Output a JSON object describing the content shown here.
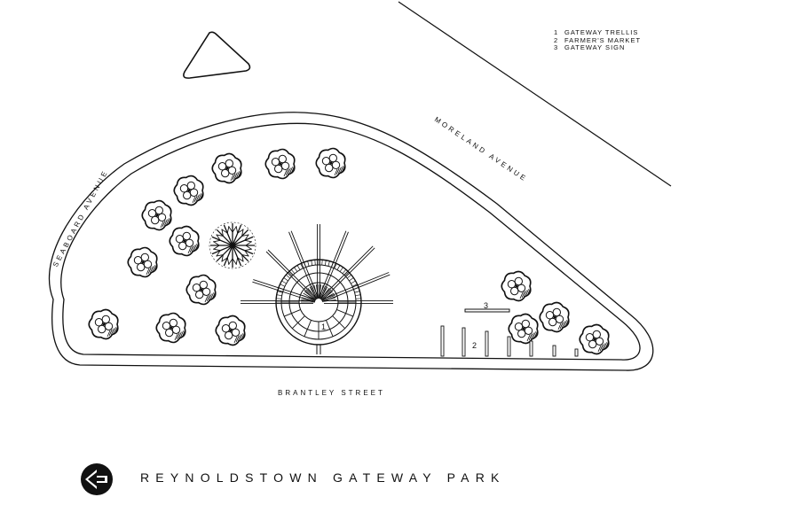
{
  "legend": [
    {
      "number": "1",
      "label": "GATEWAY TRELLIS"
    },
    {
      "number": "2",
      "label": "FARMER'S MARKET"
    },
    {
      "number": "3",
      "label": "GATEWAY SIGN"
    }
  ],
  "streets": {
    "moreland": "MORELAND AVENUE",
    "seaboard": "SEABOARD AVENUE",
    "brantley": "BRANTLEY STREET"
  },
  "plan_markers": {
    "trellis": "1",
    "market": "2",
    "sign": "3"
  },
  "title": "REYNOLDSTOWN GATEWAY PARK",
  "icons": {
    "north_arrow": "north-arrow-icon"
  }
}
